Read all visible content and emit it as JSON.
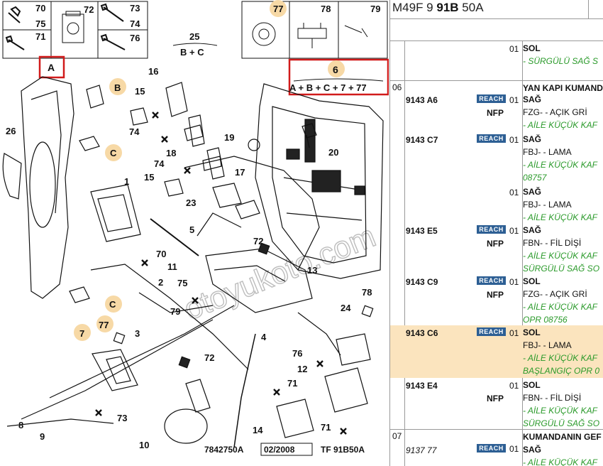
{
  "diagram": {
    "callouts": [
      "70",
      "75",
      "72",
      "73",
      "74",
      "71",
      "76",
      "77",
      "78",
      "79",
      "25",
      "B + C",
      "A",
      "6",
      "A + B + C + 7 + 77",
      "B",
      "15",
      "16",
      "26",
      "C",
      "74",
      "18",
      "19",
      "20",
      "15",
      "74",
      "17",
      "1",
      "23",
      "5",
      "72",
      "70",
      "11",
      "13",
      "2",
      "75",
      "C",
      "79",
      "78",
      "24",
      "7",
      "77",
      "3",
      "4",
      "76",
      "12",
      "72",
      "71",
      "8",
      "9",
      "73",
      "10",
      "14",
      "71"
    ],
    "footer": {
      "code": "7842750A",
      "date": "02/2008",
      "ref": "TF 91B50A"
    },
    "watermark": "otoyukoto.com"
  },
  "parts_panel": {
    "header": {
      "code": "M49F 9",
      "bold": "91B",
      "suffix": "50A"
    },
    "rows": [
      {
        "group": "",
        "ref": "",
        "reach": "",
        "nfp": "",
        "qty": "01",
        "lines": [
          {
            "t": "SOL",
            "s": "side"
          },
          {
            "t": "- SÜRGÜLÜ SAĞ S",
            "s": "note"
          }
        ]
      },
      {
        "group": "06",
        "ref": "",
        "reach": "",
        "nfp": "",
        "qty": "",
        "lines": [
          {
            "t": "YAN KAPI KUMAND",
            "s": "side"
          }
        ]
      },
      {
        "group": "",
        "ref": "9143 A6",
        "reach": "REACH",
        "nfp": "NFP",
        "qty": "01",
        "lines": [
          {
            "t": "SAĞ",
            "s": "side"
          },
          {
            "t": "FZG- - AÇIK GRİ",
            "s": "sub"
          },
          {
            "t": "- AİLE KÜÇÜK KAF",
            "s": "note"
          }
        ]
      },
      {
        "group": "",
        "ref": "9143 C7",
        "reach": "REACH",
        "nfp": "",
        "qty": "01",
        "lines": [
          {
            "t": "SAĞ",
            "s": "side"
          },
          {
            "t": "FBJ- - LAMA",
            "s": "sub"
          },
          {
            "t": "- AİLE KÜÇÜK KAF",
            "s": "note"
          },
          {
            "t": "08757",
            "s": "note"
          }
        ]
      },
      {
        "group": "",
        "ref": "",
        "reach": "",
        "nfp": "",
        "qty": "01",
        "lines": [
          {
            "t": "SAĞ",
            "s": "side"
          },
          {
            "t": "FBJ- - LAMA",
            "s": "sub"
          },
          {
            "t": "- AİLE KÜÇÜK KAF",
            "s": "note"
          }
        ]
      },
      {
        "group": "",
        "ref": "9143 E5",
        "reach": "REACH",
        "nfp": "NFP",
        "qty": "01",
        "lines": [
          {
            "t": "SAĞ",
            "s": "side"
          },
          {
            "t": "FBN- - FİL DİŞİ",
            "s": "sub"
          },
          {
            "t": "- AİLE KÜÇÜK KAF",
            "s": "note"
          },
          {
            "t": "SÜRGÜLÜ SAĞ SO",
            "s": "note"
          }
        ]
      },
      {
        "group": "",
        "ref": "9143 C9",
        "reach": "REACH",
        "nfp": "NFP",
        "qty": "01",
        "lines": [
          {
            "t": "SOL",
            "s": "side"
          },
          {
            "t": "FZG- - AÇIK GRİ",
            "s": "sub"
          },
          {
            "t": "- AİLE KÜÇÜK KAF",
            "s": "note"
          },
          {
            "t": "OPR 08756",
            "s": "note"
          }
        ]
      },
      {
        "group": "",
        "ref": "9143 C6",
        "reach": "REACH",
        "nfp": "",
        "qty": "01",
        "highlight": true,
        "lines": [
          {
            "t": "SOL",
            "s": "side"
          },
          {
            "t": "FBJ- - LAMA",
            "s": "sub"
          },
          {
            "t": "- AİLE KÜÇÜK KAF",
            "s": "note"
          },
          {
            "t": "BAŞLANGIÇ OPR 0",
            "s": "note"
          }
        ]
      },
      {
        "group": "",
        "ref": "9143 E4",
        "reach": "",
        "nfp": "NFP",
        "qty": "01",
        "lines": [
          {
            "t": "SOL",
            "s": "side"
          },
          {
            "t": "FBN- - FİL DİŞİ",
            "s": "sub"
          },
          {
            "t": "- AİLE KÜÇÜK KAF",
            "s": "note"
          },
          {
            "t": "SÜRGÜLÜ SAĞ SO",
            "s": "note"
          }
        ]
      },
      {
        "group": "07",
        "ref": "9137 77",
        "reach": "REACH",
        "nfp": "",
        "qty": "01",
        "italic": true,
        "lines": [
          {
            "t": "KUMANDANIN GEF",
            "s": "side"
          },
          {
            "t": "SAĞ",
            "s": "side"
          },
          {
            "t": "- AİLE KÜÇÜK KAF",
            "s": "note"
          }
        ]
      }
    ]
  },
  "colors": {
    "highlight": "#fbe4be",
    "callout_circle": "#f7d9a6",
    "red_box": "#d11b1b",
    "reach_badge": "#2d5f94",
    "note_green": "#2a9a2a"
  }
}
